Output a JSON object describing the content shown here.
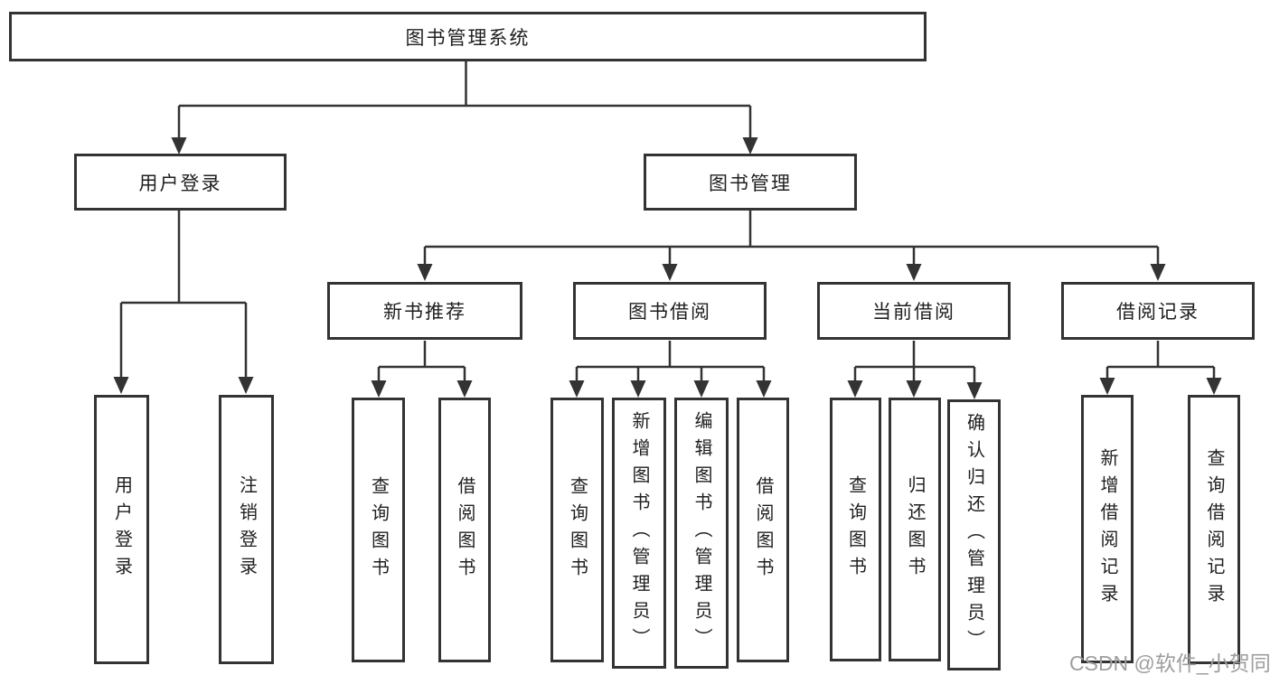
{
  "watermark": "CSDN @软件_小贺同学",
  "diagram": {
    "type": "tree",
    "title": "图书管理系统",
    "edges": [
      [
        "root",
        "user_login"
      ],
      [
        "root",
        "book_mgmt"
      ],
      [
        "user_login",
        "leaf_user_login"
      ],
      [
        "user_login",
        "leaf_logout"
      ],
      [
        "book_mgmt",
        "new_book_rec"
      ],
      [
        "book_mgmt",
        "book_borrow"
      ],
      [
        "book_mgmt",
        "current_borrow"
      ],
      [
        "book_mgmt",
        "borrow_records"
      ],
      [
        "new_book_rec",
        "leaf_nbr_query"
      ],
      [
        "new_book_rec",
        "leaf_nbr_borrow"
      ],
      [
        "book_borrow",
        "leaf_bb_query"
      ],
      [
        "book_borrow",
        "leaf_bb_add"
      ],
      [
        "book_borrow",
        "leaf_bb_edit"
      ],
      [
        "book_borrow",
        "leaf_bb_borrow"
      ],
      [
        "current_borrow",
        "leaf_cb_query"
      ],
      [
        "current_borrow",
        "leaf_cb_return"
      ],
      [
        "current_borrow",
        "leaf_cb_confirm"
      ],
      [
        "borrow_records",
        "leaf_br_add"
      ],
      [
        "borrow_records",
        "leaf_br_query"
      ]
    ]
  },
  "nodes": {
    "root": {
      "label": "图书管理系统"
    },
    "user_login": {
      "label": "用户登录"
    },
    "book_mgmt": {
      "label": "图书管理"
    },
    "new_book_rec": {
      "label": "新书推荐"
    },
    "book_borrow": {
      "label": "图书借阅"
    },
    "current_borrow": {
      "label": "当前借阅"
    },
    "borrow_records": {
      "label": "借阅记录"
    },
    "leaf_user_login": {
      "label": "用户登录"
    },
    "leaf_logout": {
      "label": "注销登录"
    },
    "leaf_nbr_query": {
      "label": "查询图书"
    },
    "leaf_nbr_borrow": {
      "label": "借阅图书"
    },
    "leaf_bb_query": {
      "label": "查询图书"
    },
    "leaf_bb_add": {
      "label": "新增图书（管理员）"
    },
    "leaf_bb_edit": {
      "label": "编辑图书（管理员）"
    },
    "leaf_bb_borrow": {
      "label": "借阅图书"
    },
    "leaf_cb_query": {
      "label": "查询图书"
    },
    "leaf_cb_return": {
      "label": "归还图书"
    },
    "leaf_cb_confirm": {
      "label": "确认归还（管理员）"
    },
    "leaf_br_add": {
      "label": "新增借阅记录"
    },
    "leaf_br_query": {
      "label": "查询借阅记录"
    }
  },
  "colors": {
    "line": "#333333",
    "box_border": "#333333",
    "box_fill": "#ffffff",
    "text": "#1f1f1f",
    "watermark": "#9e9e9e"
  }
}
